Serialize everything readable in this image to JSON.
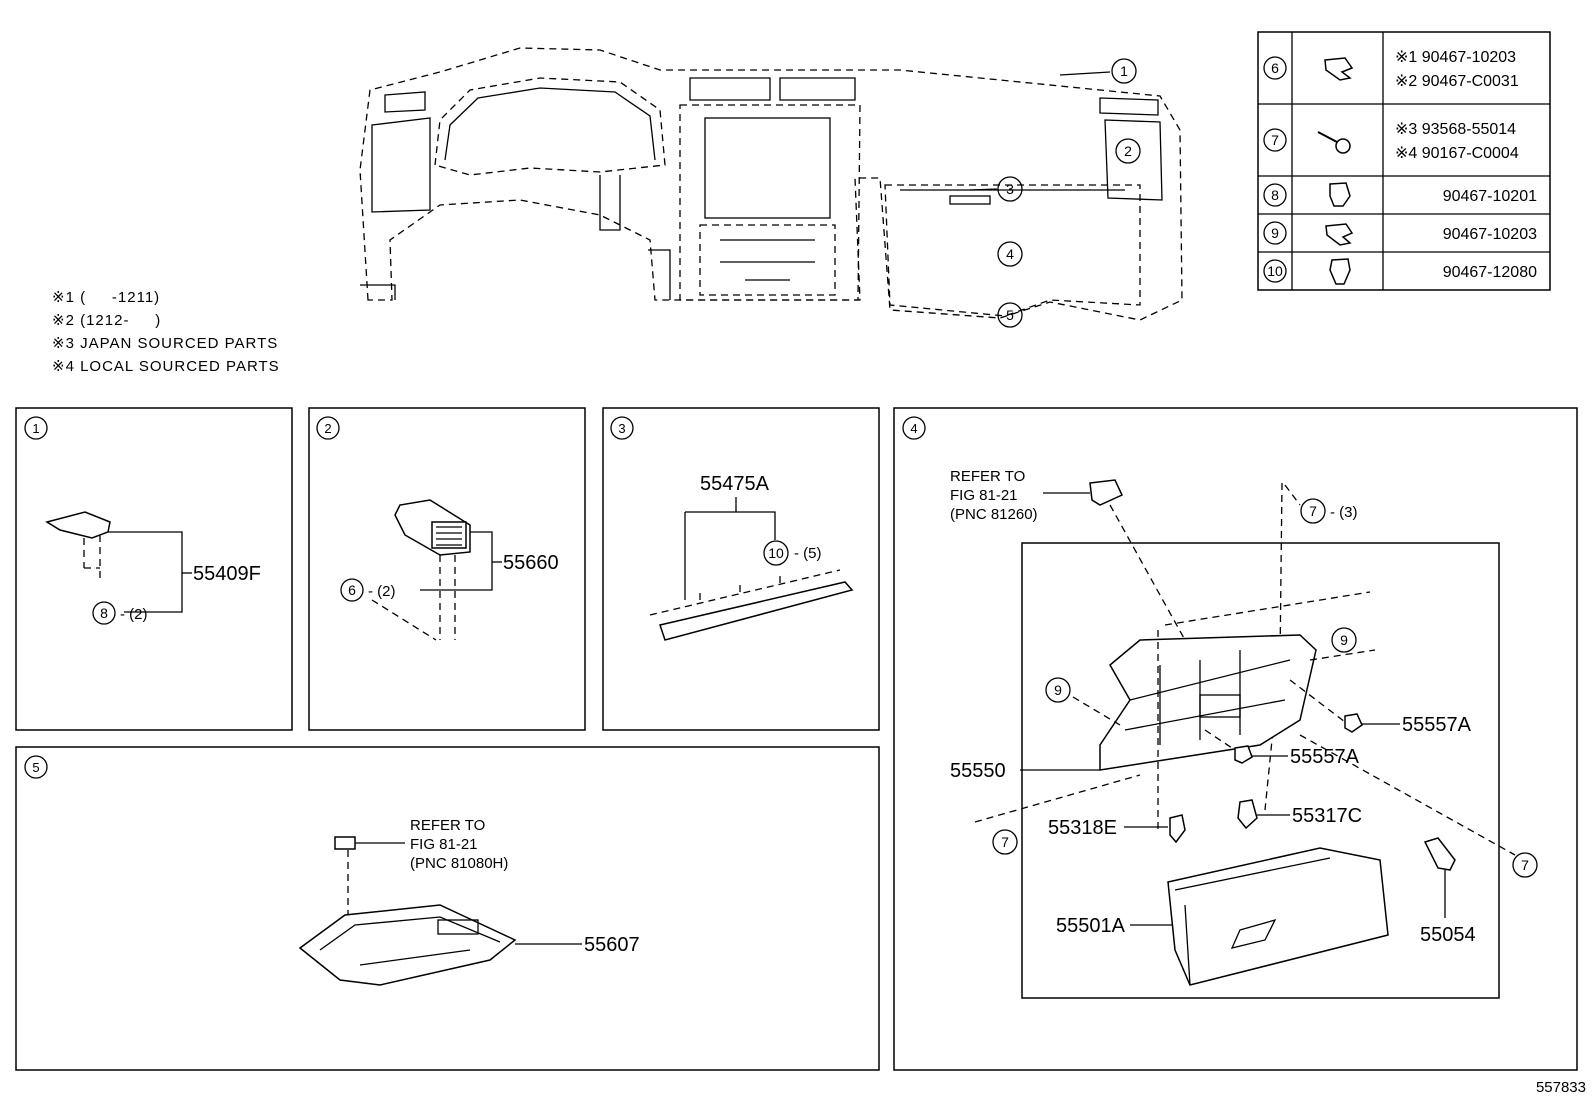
{
  "notes": [
    "※1 (     -1211)",
    "※2 (1212-     )",
    "※3 JAPAN SOURCED PARTS",
    "※4 LOCAL SOURCED PARTS"
  ],
  "overview_callouts": [
    "1",
    "2",
    "3",
    "4",
    "5"
  ],
  "fastener_table": {
    "rows": [
      {
        "ref": "6",
        "icon": "clip-icon",
        "parts": [
          "※1 90467-10203",
          "※2 90467-C0031"
        ]
      },
      {
        "ref": "7",
        "icon": "screw-icon",
        "parts": [
          "※3 93568-55014",
          "※4 90167-C0004"
        ]
      },
      {
        "ref": "8",
        "icon": "clip-icon",
        "parts": [
          "90467-10201"
        ]
      },
      {
        "ref": "9",
        "icon": "clip-icon",
        "parts": [
          "90467-10203"
        ]
      },
      {
        "ref": "10",
        "icon": "clip-icon",
        "parts": [
          "90467-12080"
        ]
      }
    ]
  },
  "panels": {
    "p1": {
      "num": "1",
      "part": "55409F",
      "fastener": "8",
      "qty": "- (2)"
    },
    "p2": {
      "num": "2",
      "part": "55660",
      "fastener": "6",
      "qty": "- (2)"
    },
    "p3": {
      "num": "3",
      "part": "55475A",
      "fastener": "10",
      "qty": "- (5)"
    },
    "p4": {
      "num": "4",
      "refer": [
        "REFER TO",
        "FIG 81-21",
        "(PNC 81260)"
      ],
      "callout_7_top": "7",
      "callout_7_top_qty": "- (3)",
      "callout_9_left": "9",
      "callout_9_right": "9",
      "callout_7_left": "7",
      "callout_7_right": "7",
      "parts": [
        "55557A",
        "55557A",
        "55550",
        "55318E",
        "55317C",
        "55501A",
        "55054"
      ]
    },
    "p5": {
      "num": "5",
      "refer": [
        "REFER TO",
        "FIG 81-21",
        "(PNC 81080H)"
      ],
      "part": "55607"
    }
  },
  "figure_id": "557833"
}
